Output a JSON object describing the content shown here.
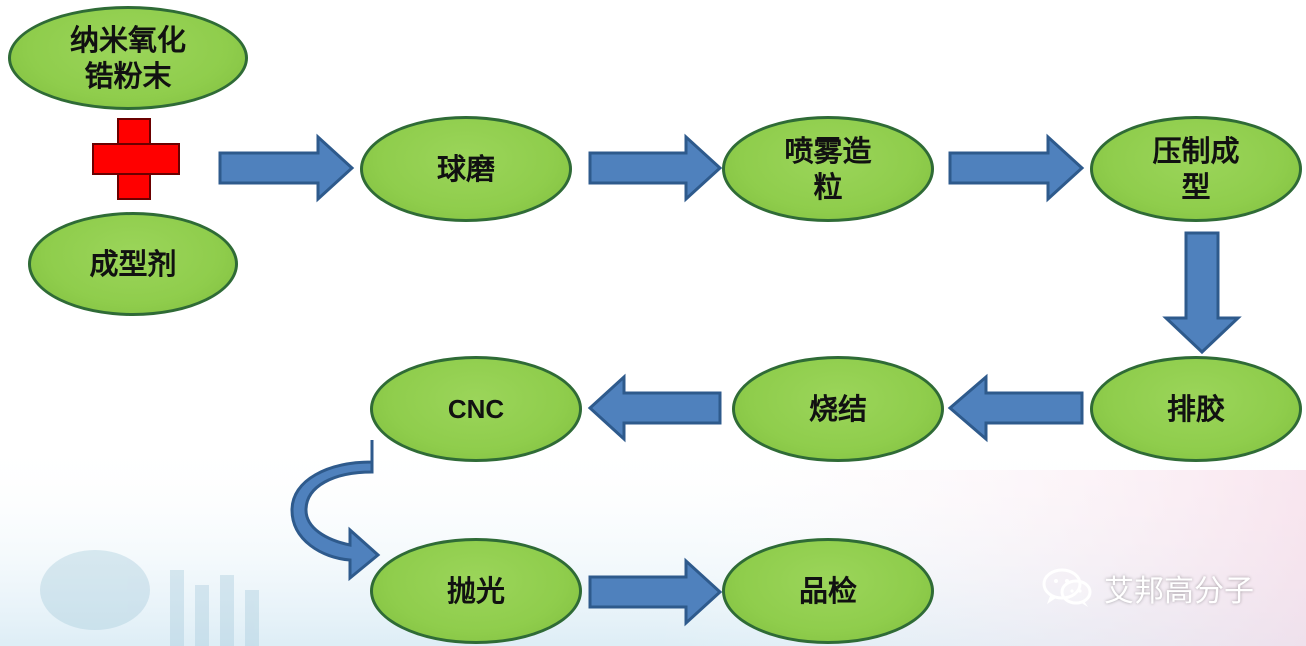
{
  "colors": {
    "node_fill": "#8fcd4c",
    "node_border": "#2f6b36",
    "arrow_fill": "#4f81bd",
    "arrow_border": "#2e5a8c",
    "plus": "#ff0000"
  },
  "nodes": {
    "nano_zirconia_powder": "纳米氧化锆粉末",
    "binder": "成型剂",
    "ball_milling": "球磨",
    "spray_granulation": "喷雾造粒",
    "press_forming": "压制成型",
    "debinding": "排胶",
    "sintering": "烧结",
    "cnc": "CNC",
    "polishing": "抛光",
    "inspection": "品检"
  },
  "watermark": {
    "icon": "wechat-icon",
    "text": "艾邦高分子"
  }
}
